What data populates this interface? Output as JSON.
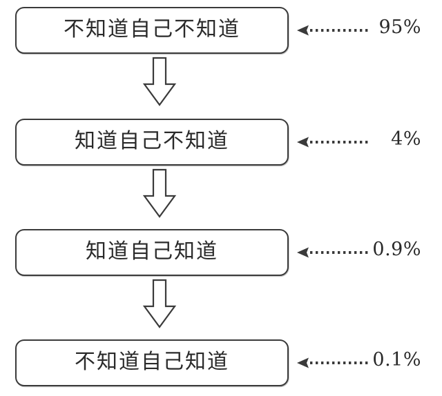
{
  "chart_data": {
    "type": "diagram-flow",
    "title": "",
    "orientation": "vertical-top-to-bottom",
    "categories": [
      "不知道自己不知道",
      "知道自己不知道",
      "知道自己知道",
      "不知道自己知道"
    ],
    "values": [
      95,
      4,
      0.9,
      0.1
    ],
    "value_labels": [
      "95%",
      "4%",
      "0.9%",
      "0.1%"
    ],
    "xlabel": "",
    "ylabel": "",
    "legend": [],
    "grid": false,
    "notes": "Four stacked rounded boxes connected by hollow down-arrows; each box has a dotted left-pointing arrow leading to a percentage label on the right."
  },
  "diagram": {
    "background_color": "#ffffff",
    "box_border_color": "#3a3a3a",
    "text_color": "#2a2a2a",
    "arrow_color": "#3a3a3a",
    "stages": [
      {
        "label": "不知道自己不知道",
        "percent": "95%",
        "leader_icon": "dotted-left-arrow-icon",
        "down_arrow_icon": "down-block-arrow-icon"
      },
      {
        "label": "知道自己不知道",
        "percent": "4%",
        "leader_icon": "dotted-left-arrow-icon",
        "down_arrow_icon": "down-block-arrow-icon"
      },
      {
        "label": "知道自己知道",
        "percent": "0.9%",
        "leader_icon": "dotted-left-arrow-icon",
        "down_arrow_icon": "down-block-arrow-icon"
      },
      {
        "label": "不知道自己知道",
        "percent": "0.1%",
        "leader_icon": "dotted-left-arrow-icon",
        "down_arrow_icon": null
      }
    ]
  }
}
